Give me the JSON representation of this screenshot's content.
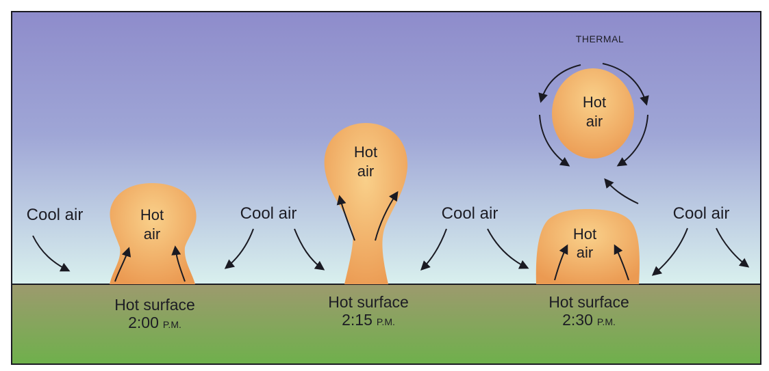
{
  "title": "THERMAL",
  "labels": {
    "cool_air": "Cool air",
    "hot_air_line1": "Hot",
    "hot_air_line2": "air",
    "hot_surface": "Hot surface"
  },
  "stages": [
    {
      "time": "2:00",
      "suffix": "P.M."
    },
    {
      "time": "2:15",
      "suffix": "P.M."
    },
    {
      "time": "2:30",
      "suffix": "P.M."
    }
  ],
  "colors": {
    "sky_top": "#8e8ccb",
    "sky_bottom": "#d9f0ee",
    "ground_top": "#9d9a6e",
    "ground_bottom": "#6fb04c",
    "hot_air_light": "#f5c47a",
    "hot_air_dark": "#e8904c",
    "arrow": "#1a1a22"
  }
}
